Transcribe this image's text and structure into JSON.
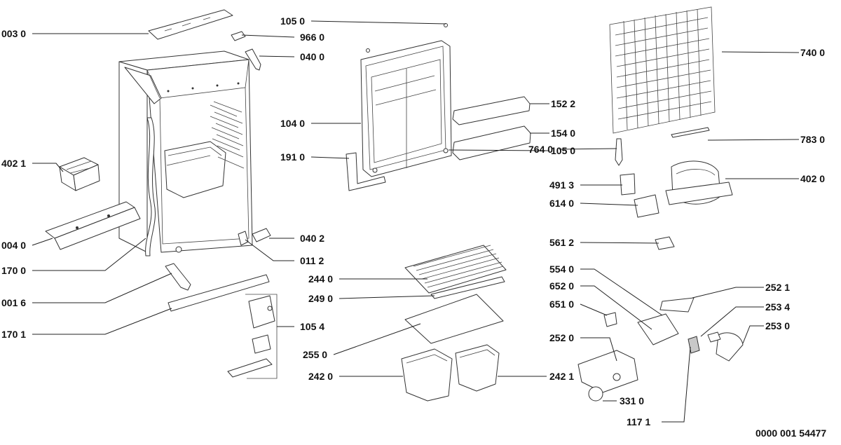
{
  "drawing_number": "0000 001 54477",
  "callouts": [
    {
      "id": "c0030",
      "text": "003 0"
    },
    {
      "id": "c9660",
      "text": "966 0"
    },
    {
      "id": "c0400",
      "text": "040 0"
    },
    {
      "id": "c1050a",
      "text": "105 0"
    },
    {
      "id": "c1040",
      "text": "104 0"
    },
    {
      "id": "c1522",
      "text": "152 2"
    },
    {
      "id": "c1540",
      "text": "154 0"
    },
    {
      "id": "c7640",
      "text": "764 0"
    },
    {
      "id": "c7400",
      "text": "740 0"
    },
    {
      "id": "c7830",
      "text": "783 0"
    },
    {
      "id": "c4021",
      "text": "402 1"
    },
    {
      "id": "c1910",
      "text": "191 0"
    },
    {
      "id": "c1050b",
      "text": "105 0"
    },
    {
      "id": "c4913",
      "text": "491 3"
    },
    {
      "id": "c4020",
      "text": "402 0"
    },
    {
      "id": "c0040",
      "text": "004 0"
    },
    {
      "id": "c6140",
      "text": "614 0"
    },
    {
      "id": "c0402",
      "text": "040 2"
    },
    {
      "id": "c5612",
      "text": "561 2"
    },
    {
      "id": "c1700",
      "text": "170 0"
    },
    {
      "id": "c0112",
      "text": "011 2"
    },
    {
      "id": "c5540",
      "text": "554 0"
    },
    {
      "id": "c2440",
      "text": "244 0"
    },
    {
      "id": "c0016",
      "text": "001 6"
    },
    {
      "id": "c6520",
      "text": "652 0"
    },
    {
      "id": "c2521",
      "text": "252 1"
    },
    {
      "id": "c2490",
      "text": "249 0"
    },
    {
      "id": "c6510",
      "text": "651 0"
    },
    {
      "id": "c2534",
      "text": "253 4"
    },
    {
      "id": "c1701",
      "text": "170 1"
    },
    {
      "id": "c1054",
      "text": "105 4"
    },
    {
      "id": "c2530",
      "text": "253 0"
    },
    {
      "id": "c2520",
      "text": "252 0"
    },
    {
      "id": "c2550",
      "text": "255 0"
    },
    {
      "id": "c2420",
      "text": "242 0"
    },
    {
      "id": "c2421",
      "text": "242 1"
    },
    {
      "id": "c3310",
      "text": "331 0"
    },
    {
      "id": "c1171",
      "text": "117 1"
    }
  ]
}
